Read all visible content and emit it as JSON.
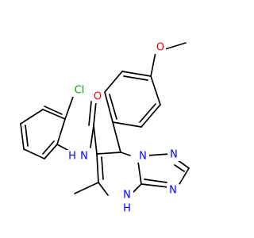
{
  "colors": {
    "bond": "#000000",
    "carbon": "#000000",
    "nitrogen": "#0000ff",
    "oxygen": "#ff0000",
    "chlorine": "#00aa00",
    "background": "#ffffff"
  },
  "atoms": {
    "cl": "Cl",
    "o_carbonyl": "O",
    "o_methoxy": "O",
    "nh_amide": "N",
    "nh_amide_h": "H",
    "n_ring_1": "N",
    "n_ring_2": "N",
    "n_ring_3": "N",
    "n_ring_4": "N",
    "n_ring_4_h": "H"
  }
}
